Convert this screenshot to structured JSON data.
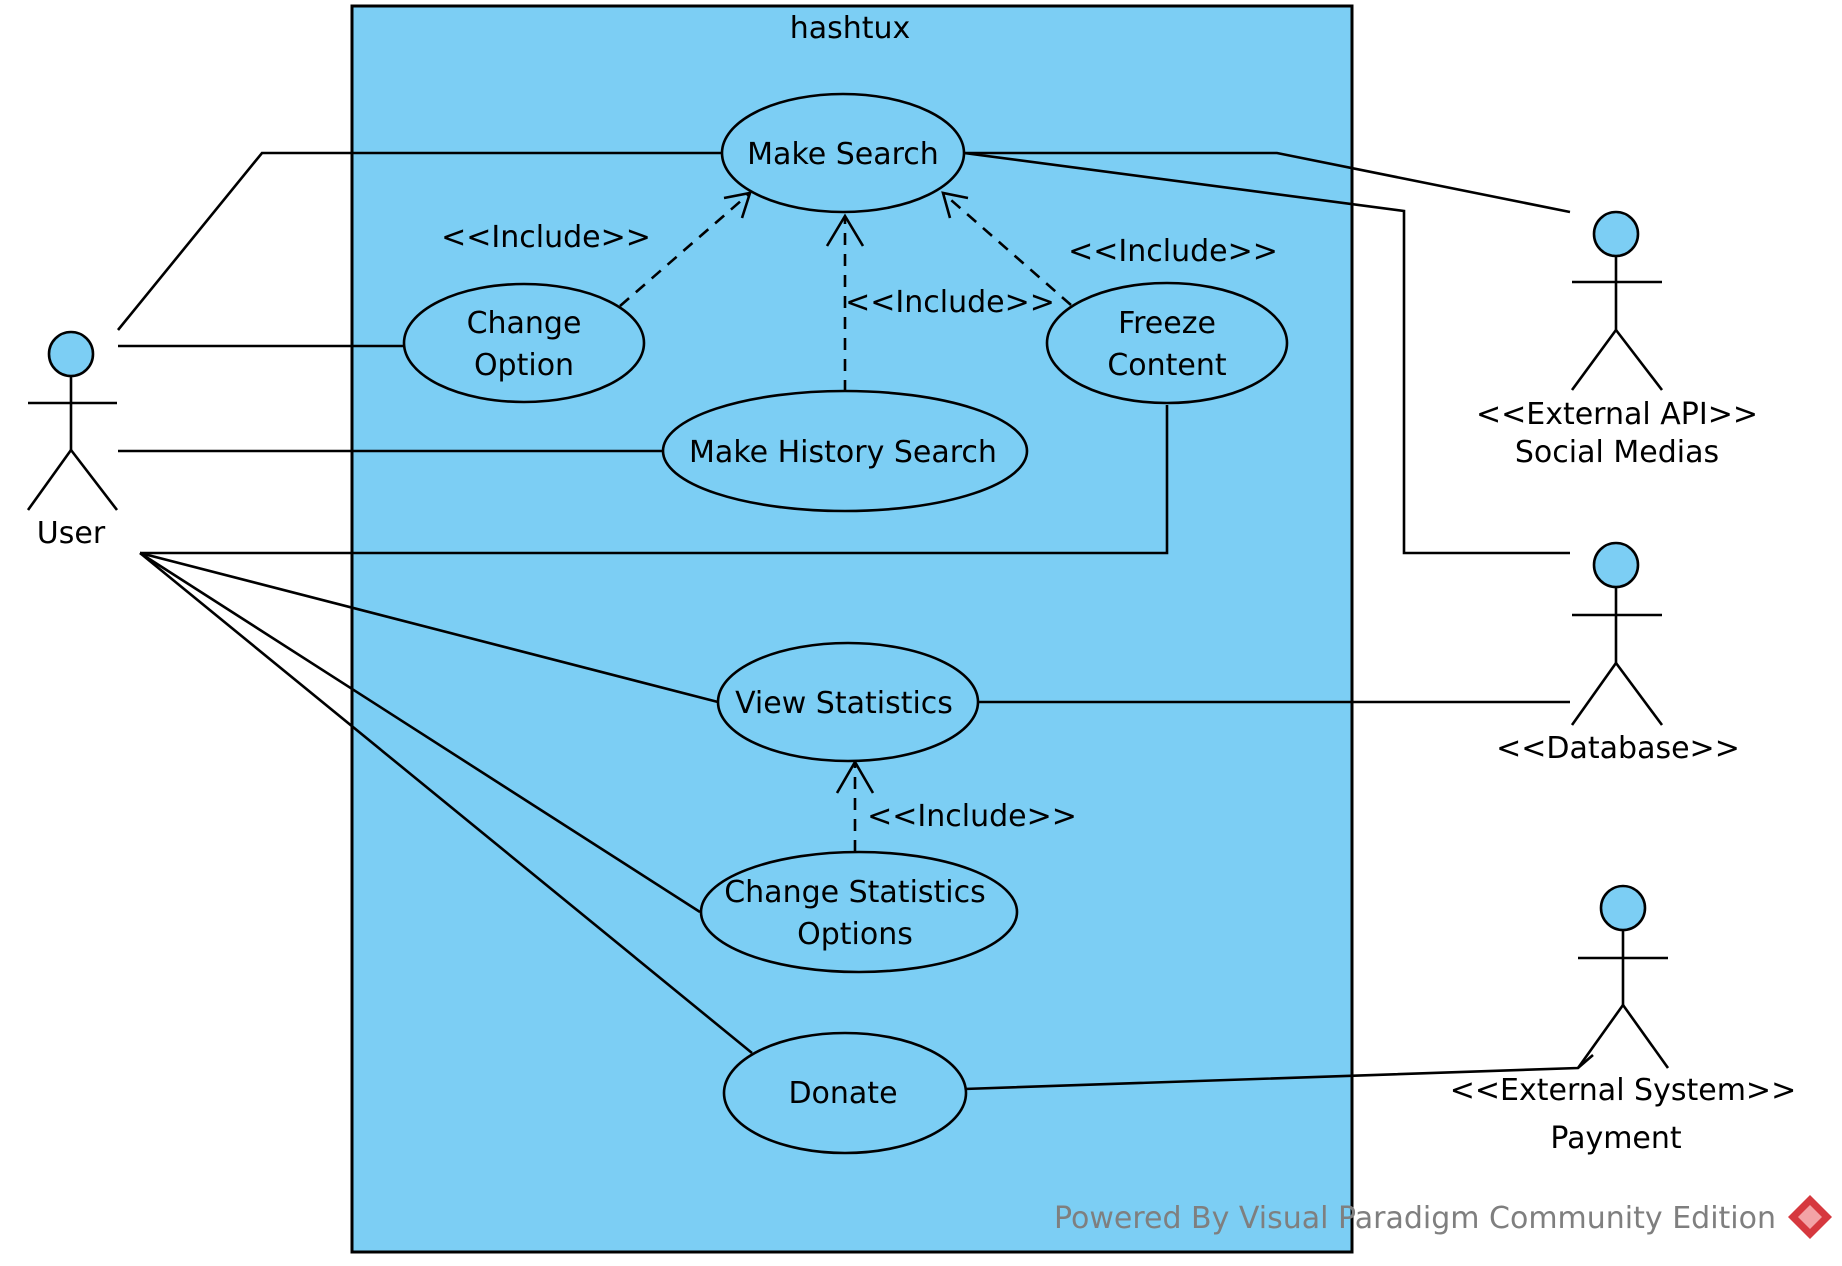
{
  "system": {
    "title": "hashtux"
  },
  "colors": {
    "fill": "#7ccef4",
    "stroke": "#000000",
    "watermark": "#7f7f7f",
    "logo": "#d6383e"
  },
  "actors": {
    "user": {
      "label": "User"
    },
    "social": {
      "stereotype": "<<External API>>",
      "label": "Social Medias"
    },
    "database": {
      "stereotype": "<<Database>>"
    },
    "payment": {
      "stereotype": "<<External System>>",
      "label": "Payment"
    }
  },
  "usecases": {
    "make_search": {
      "label": "Make Search"
    },
    "change_option": {
      "line1": "Change",
      "line2": "Option"
    },
    "freeze_content": {
      "line1": "Freeze",
      "line2": "Content"
    },
    "history_search": {
      "label": "Make History Search"
    },
    "view_statistics": {
      "label": "View Statistics"
    },
    "change_statistics": {
      "line1": "Change Statistics",
      "line2": "Options"
    },
    "donate": {
      "label": "Donate"
    }
  },
  "relations": {
    "include_change_option": "<<Include>>",
    "include_history": "<<Include>>",
    "include_freeze": "<<Include>>",
    "include_statistics": "<<Include>>"
  },
  "watermark": {
    "text": "Powered By Visual Paradigm Community Edition"
  }
}
